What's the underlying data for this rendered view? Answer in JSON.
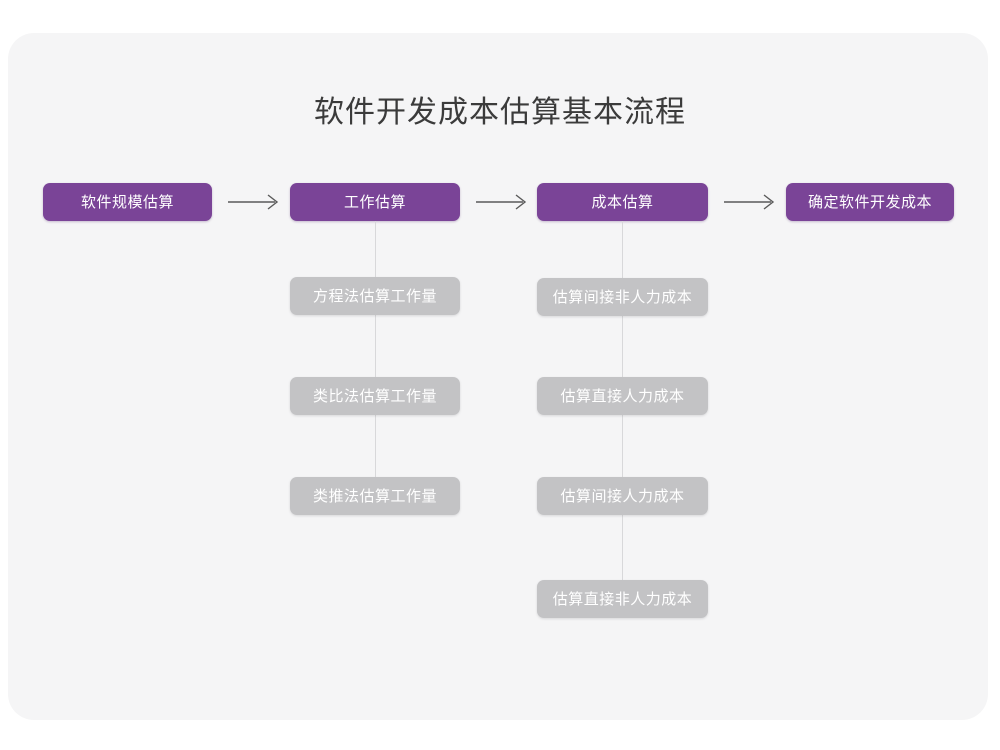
{
  "diagram": {
    "title": "软件开发成本估算基本流程",
    "colors": {
      "canvas_bg": "#f5f5f6",
      "page_bg": "#ffffff",
      "primary_node": "#7a4497",
      "secondary_node": "#c3c3c5",
      "node_text": "#ffffff",
      "title_text": "#3b3b3b",
      "connector": "#d8d8da",
      "arrow": "#5a5a5a"
    },
    "main_steps": [
      {
        "id": "step-1",
        "label": "软件规模估算"
      },
      {
        "id": "step-2",
        "label": "工作估算"
      },
      {
        "id": "step-3",
        "label": "成本估算"
      },
      {
        "id": "step-4",
        "label": "确定软件开发成本"
      }
    ],
    "arrows": [
      {
        "id": "arrow-1",
        "glyph": "right-arrow",
        "from": "软件规模估算",
        "to": "工作估算"
      },
      {
        "id": "arrow-2",
        "glyph": "right-arrow",
        "from": "工作估算",
        "to": "成本估算"
      },
      {
        "id": "arrow-3",
        "glyph": "right-arrow",
        "from": "成本估算",
        "to": "确定软件开发成本"
      }
    ],
    "sub_branches": [
      {
        "parent": "工作估算",
        "items": [
          {
            "label": "方程法估算工作量"
          },
          {
            "label": "类比法估算工作量"
          },
          {
            "label": "类推法估算工作量"
          }
        ]
      },
      {
        "parent": "成本估算",
        "items": [
          {
            "label": "估算间接非人力成本"
          },
          {
            "label": "估算直接人力成本"
          },
          {
            "label": "估算间接人力成本"
          },
          {
            "label": "估算直接非人力成本"
          }
        ]
      }
    ]
  }
}
